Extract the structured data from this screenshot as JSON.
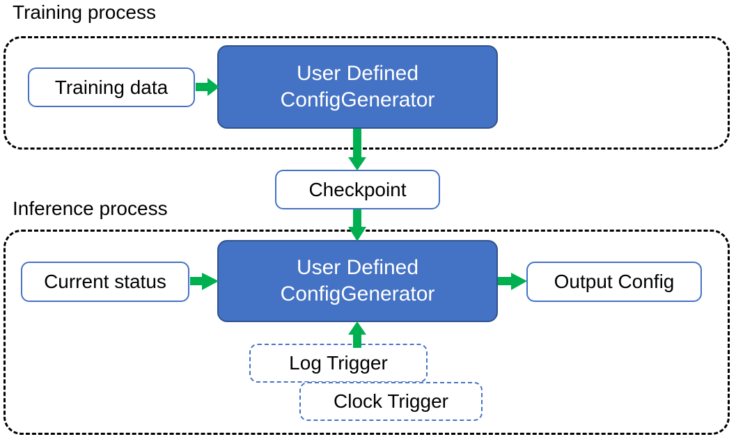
{
  "diagram": {
    "title_training": "Training process",
    "title_inference": "Inference process",
    "colors": {
      "node_blue_fill": "#4472C4",
      "node_blue_border": "#2F528F",
      "node_white_border": "#4472C4",
      "arrow_green": "#00B050",
      "container_dash": "#000000",
      "text_dark": "#000000",
      "text_light": "#FFFFFF"
    }
  },
  "training": {
    "input": {
      "label": "Training data"
    },
    "generator": {
      "line1": "User Defined",
      "line2": "ConfigGenerator"
    }
  },
  "bridge": {
    "checkpoint": {
      "label": "Checkpoint"
    }
  },
  "inference": {
    "input": {
      "label": "Current status"
    },
    "generator": {
      "line1": "User Defined",
      "line2": "ConfigGenerator"
    },
    "output": {
      "label": "Output Config"
    },
    "triggers": [
      {
        "label": "Log Trigger"
      },
      {
        "label": "Clock Trigger"
      }
    ]
  },
  "edges": [
    {
      "name": "training-data-to-generator",
      "from": "Training data",
      "to": "User Defined ConfigGenerator",
      "direction": "right"
    },
    {
      "name": "generator-to-checkpoint",
      "from": "User Defined ConfigGenerator",
      "to": "Checkpoint",
      "direction": "down"
    },
    {
      "name": "checkpoint-to-inference-generator",
      "from": "Checkpoint",
      "to": "User Defined ConfigGenerator",
      "direction": "down"
    },
    {
      "name": "current-status-to-generator",
      "from": "Current status",
      "to": "User Defined ConfigGenerator",
      "direction": "right"
    },
    {
      "name": "generator-to-output-config",
      "from": "User Defined ConfigGenerator",
      "to": "Output Config",
      "direction": "right"
    },
    {
      "name": "log-trigger-to-generator",
      "from": "Log Trigger",
      "to": "User Defined ConfigGenerator",
      "direction": "up"
    }
  ]
}
